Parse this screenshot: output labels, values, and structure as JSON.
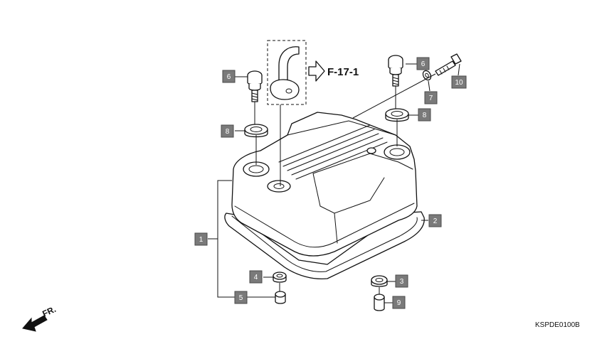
{
  "reference": {
    "label": "F-17-1"
  },
  "front_marker": {
    "label": "FR."
  },
  "diagram_code": "KSPDE0100B",
  "callouts": [
    {
      "id": "c1",
      "number": "1"
    },
    {
      "id": "c2",
      "number": "2"
    },
    {
      "id": "c3",
      "number": "3"
    },
    {
      "id": "c4",
      "number": "4"
    },
    {
      "id": "c5",
      "number": "5"
    },
    {
      "id": "c6a",
      "number": "6"
    },
    {
      "id": "c6b",
      "number": "6"
    },
    {
      "id": "c7",
      "number": "7"
    },
    {
      "id": "c8a",
      "number": "8"
    },
    {
      "id": "c8b",
      "number": "8"
    },
    {
      "id": "c9",
      "number": "9"
    },
    {
      "id": "c10",
      "number": "10"
    }
  ]
}
